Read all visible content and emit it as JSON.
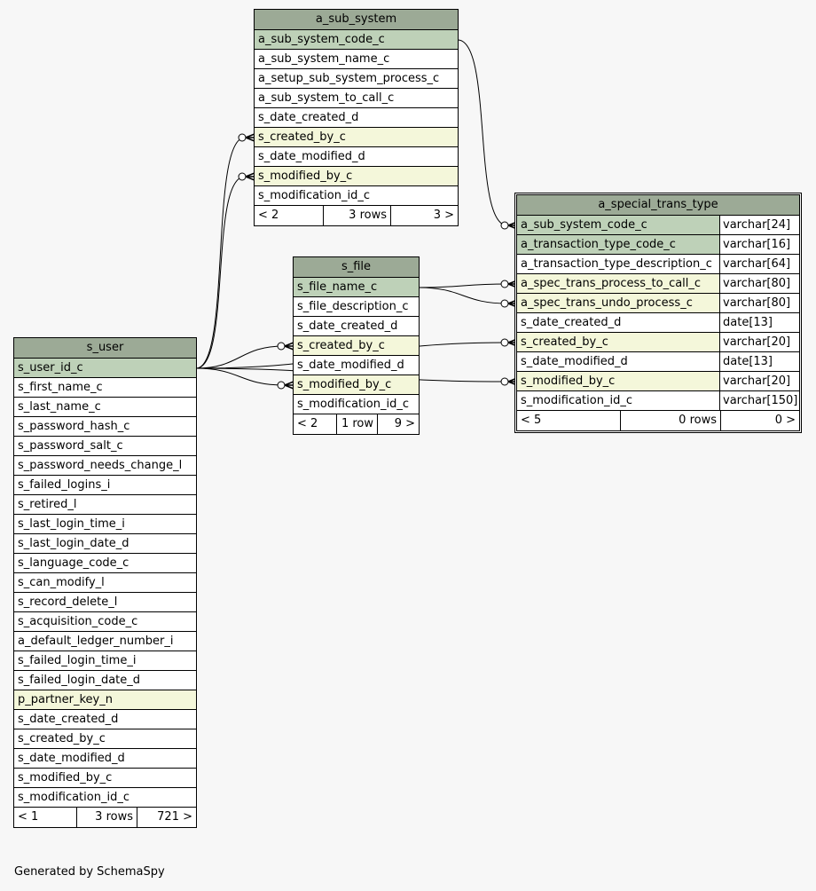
{
  "tables": {
    "a_sub_system": {
      "name": "a_sub_system",
      "columns": [
        {
          "name": "a_sub_system_code_c",
          "kind": "pk"
        },
        {
          "name": "a_sub_system_name_c",
          "kind": "plain"
        },
        {
          "name": "a_setup_sub_system_process_c",
          "kind": "plain"
        },
        {
          "name": "a_sub_system_to_call_c",
          "kind": "plain"
        },
        {
          "name": "s_date_created_d",
          "kind": "plain"
        },
        {
          "name": "s_created_by_c",
          "kind": "fk"
        },
        {
          "name": "s_date_modified_d",
          "kind": "plain"
        },
        {
          "name": "s_modified_by_c",
          "kind": "fk"
        },
        {
          "name": "s_modification_id_c",
          "kind": "plain"
        }
      ],
      "footer": [
        "< 2",
        "3 rows",
        "3 >"
      ]
    },
    "s_file": {
      "name": "s_file",
      "columns": [
        {
          "name": "s_file_name_c",
          "kind": "pk"
        },
        {
          "name": "s_file_description_c",
          "kind": "plain"
        },
        {
          "name": "s_date_created_d",
          "kind": "plain"
        },
        {
          "name": "s_created_by_c",
          "kind": "fk"
        },
        {
          "name": "s_date_modified_d",
          "kind": "plain"
        },
        {
          "name": "s_modified_by_c",
          "kind": "fk"
        },
        {
          "name": "s_modification_id_c",
          "kind": "plain"
        }
      ],
      "footer": [
        "< 2",
        "1 row",
        "9 >"
      ]
    },
    "s_user": {
      "name": "s_user",
      "columns": [
        {
          "name": "s_user_id_c",
          "kind": "pk"
        },
        {
          "name": "s_first_name_c",
          "kind": "plain"
        },
        {
          "name": "s_last_name_c",
          "kind": "plain"
        },
        {
          "name": "s_password_hash_c",
          "kind": "plain"
        },
        {
          "name": "s_password_salt_c",
          "kind": "plain"
        },
        {
          "name": "s_password_needs_change_l",
          "kind": "plain"
        },
        {
          "name": "s_failed_logins_i",
          "kind": "plain"
        },
        {
          "name": "s_retired_l",
          "kind": "plain"
        },
        {
          "name": "s_last_login_time_i",
          "kind": "plain"
        },
        {
          "name": "s_last_login_date_d",
          "kind": "plain"
        },
        {
          "name": "s_language_code_c",
          "kind": "plain"
        },
        {
          "name": "s_can_modify_l",
          "kind": "plain"
        },
        {
          "name": "s_record_delete_l",
          "kind": "plain"
        },
        {
          "name": "s_acquisition_code_c",
          "kind": "plain"
        },
        {
          "name": "a_default_ledger_number_i",
          "kind": "plain"
        },
        {
          "name": "s_failed_login_time_i",
          "kind": "plain"
        },
        {
          "name": "s_failed_login_date_d",
          "kind": "plain"
        },
        {
          "name": "p_partner_key_n",
          "kind": "fk"
        },
        {
          "name": "s_date_created_d",
          "kind": "plain"
        },
        {
          "name": "s_created_by_c",
          "kind": "plain"
        },
        {
          "name": "s_date_modified_d",
          "kind": "plain"
        },
        {
          "name": "s_modified_by_c",
          "kind": "plain"
        },
        {
          "name": "s_modification_id_c",
          "kind": "plain"
        }
      ],
      "footer": [
        "< 1",
        "3 rows",
        "721 >"
      ]
    },
    "a_special_trans_type": {
      "name": "a_special_trans_type",
      "columns": [
        {
          "name": "a_sub_system_code_c",
          "type": "varchar[24]",
          "kind": "pk"
        },
        {
          "name": "a_transaction_type_code_c",
          "type": "varchar[16]",
          "kind": "pk"
        },
        {
          "name": "a_transaction_type_description_c",
          "type": "varchar[64]",
          "kind": "plain"
        },
        {
          "name": "a_spec_trans_process_to_call_c",
          "type": "varchar[80]",
          "kind": "fk"
        },
        {
          "name": "a_spec_trans_undo_process_c",
          "type": "varchar[80]",
          "kind": "fk"
        },
        {
          "name": "s_date_created_d",
          "type": "date[13]",
          "kind": "plain"
        },
        {
          "name": "s_created_by_c",
          "type": "varchar[20]",
          "kind": "fk"
        },
        {
          "name": "s_date_modified_d",
          "type": "date[13]",
          "kind": "plain"
        },
        {
          "name": "s_modified_by_c",
          "type": "varchar[20]",
          "kind": "fk"
        },
        {
          "name": "s_modification_id_c",
          "type": "varchar[150]",
          "kind": "plain"
        }
      ],
      "footer": [
        "< 5",
        "0 rows",
        "0 >"
      ]
    }
  },
  "relationships": [
    {
      "from": "s_user.s_user_id_c",
      "to": "a_sub_system.s_created_by_c"
    },
    {
      "from": "s_user.s_user_id_c",
      "to": "a_sub_system.s_modified_by_c"
    },
    {
      "from": "s_user.s_user_id_c",
      "to": "s_file.s_created_by_c"
    },
    {
      "from": "s_user.s_user_id_c",
      "to": "s_file.s_modified_by_c"
    },
    {
      "from": "s_user.s_user_id_c",
      "to": "a_special_trans_type.s_created_by_c"
    },
    {
      "from": "s_user.s_user_id_c",
      "to": "a_special_trans_type.s_modified_by_c"
    },
    {
      "from": "a_sub_system.a_sub_system_code_c",
      "to": "a_special_trans_type.a_sub_system_code_c"
    },
    {
      "from": "s_file.s_file_name_c",
      "to": "a_special_trans_type.a_spec_trans_process_to_call_c"
    },
    {
      "from": "s_file.s_file_name_c",
      "to": "a_special_trans_type.a_spec_trans_undo_process_c"
    }
  ],
  "colors": {
    "header": "#9caa96",
    "primary_key": "#bed1b8",
    "foreign_key": "#f4f7da",
    "background": "#f7f7f7"
  },
  "credit": "Generated by SchemaSpy"
}
